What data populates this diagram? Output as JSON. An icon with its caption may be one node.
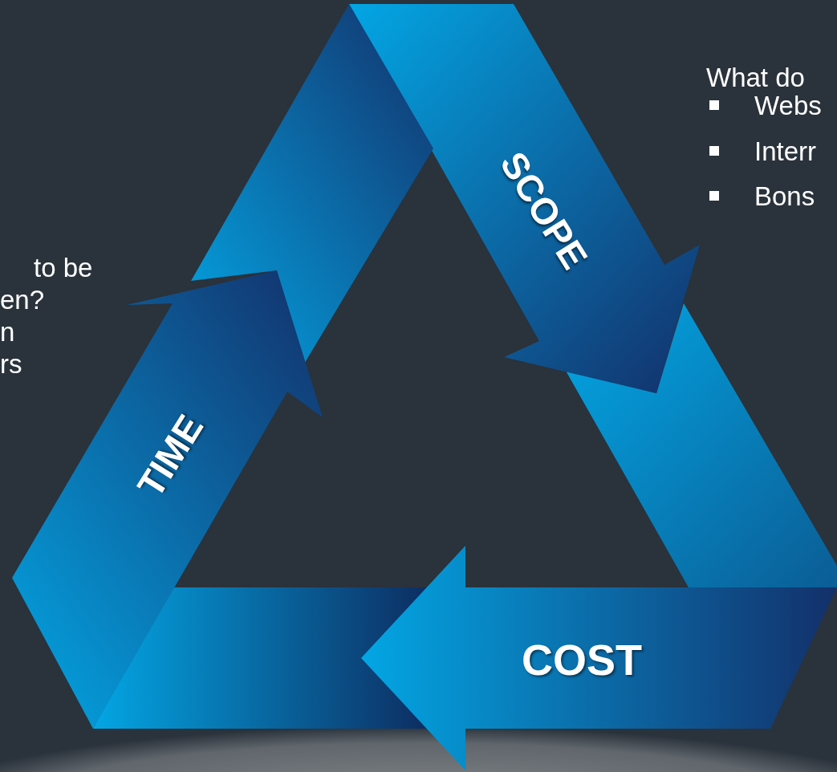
{
  "diagram": {
    "nodes": [
      {
        "text": [
          "SCOPE"
        ]
      },
      {
        "text": [
          "COST"
        ]
      },
      {
        "text": [
          "TIME"
        ]
      }
    ],
    "labels": [
      "to be",
      "en?",
      "n",
      "rs",
      "What do",
      "Webs",
      "Interr",
      "Bons"
    ]
  }
}
